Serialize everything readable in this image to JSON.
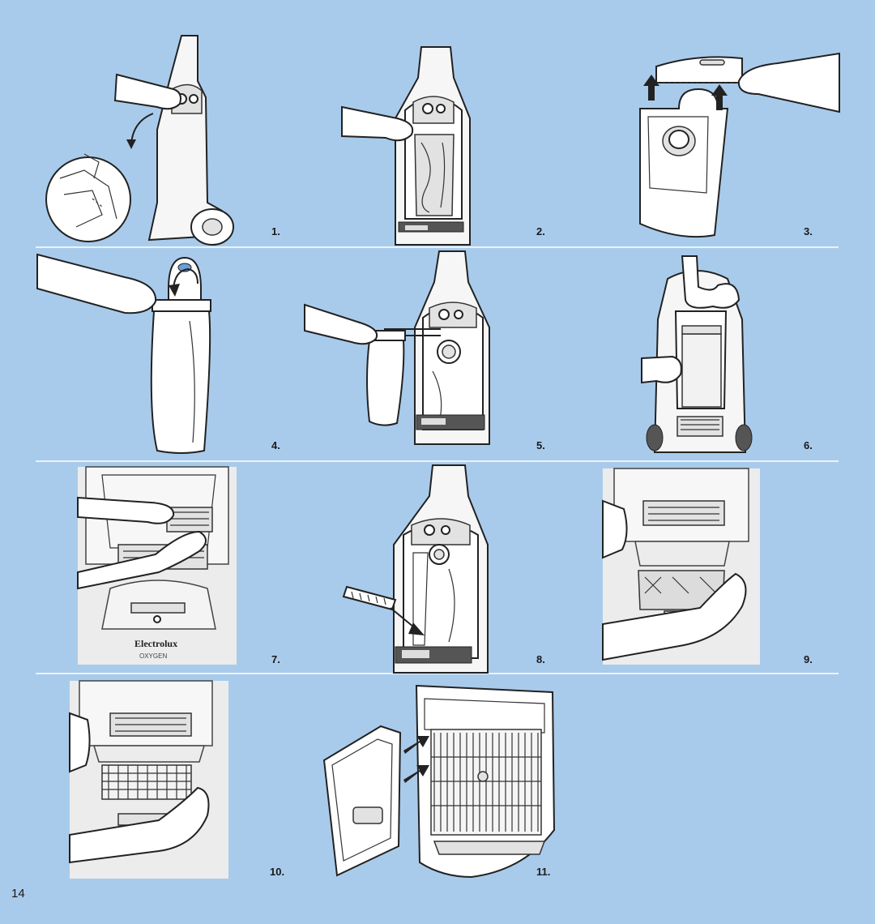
{
  "page": {
    "number": "14",
    "background": "#a9cbeb",
    "divider_color": "#e9f2fb"
  },
  "steps": [
    {
      "label": "1.",
      "illustration": "open-cover-illustration"
    },
    {
      "label": "2.",
      "illustration": "pull-bag-holder-illustration"
    },
    {
      "label": "3.",
      "illustration": "remove-bag-illustration"
    },
    {
      "label": "4.",
      "illustration": "fold-tab-illustration"
    },
    {
      "label": "5.",
      "illustration": "insert-bag-illustration"
    },
    {
      "label": "6.",
      "illustration": "close-cover-illustration"
    },
    {
      "label": "7.",
      "illustration": "lift-filter-illustration"
    },
    {
      "label": "8.",
      "illustration": "insert-filter-illustration"
    },
    {
      "label": "9.",
      "illustration": "open-exhaust-illustration"
    },
    {
      "label": "10.",
      "illustration": "remove-exhaust-filter-illustration"
    },
    {
      "label": "11.",
      "illustration": "replace-exhaust-filter-illustration"
    }
  ],
  "brand": {
    "logo_text": "Electrolux",
    "model_text": "OXYGEN"
  }
}
